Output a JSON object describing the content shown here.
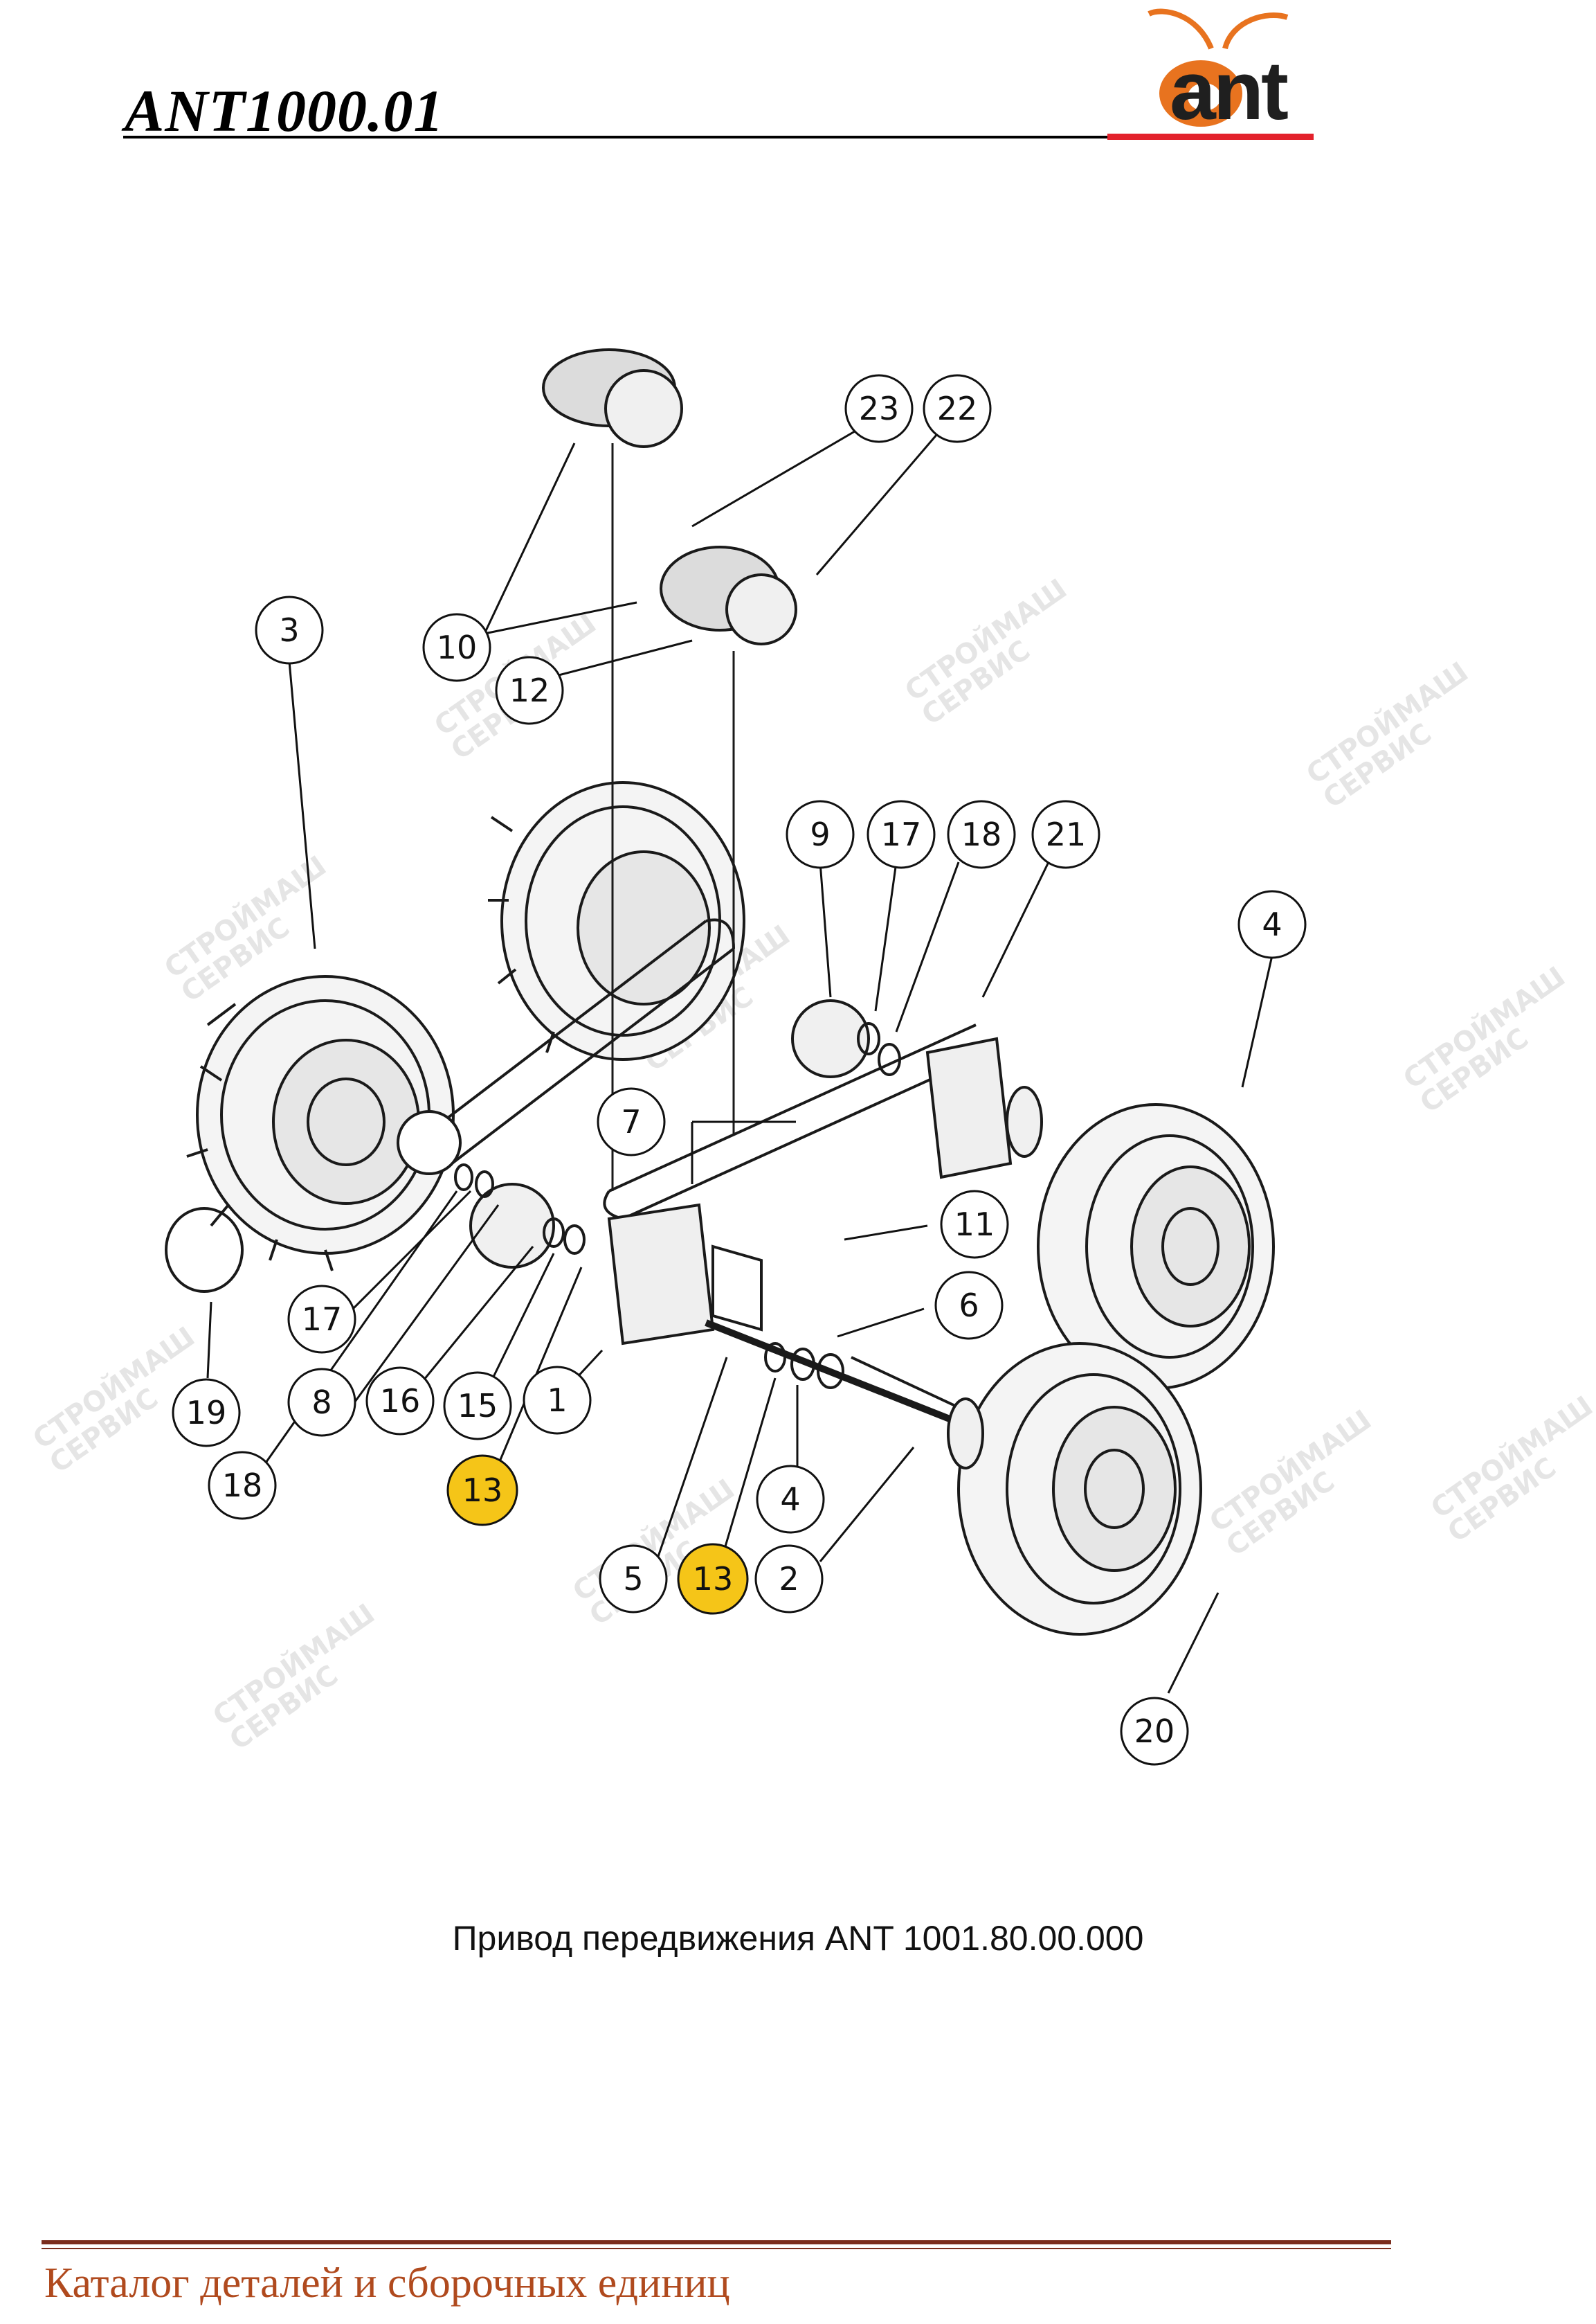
{
  "header": {
    "doc_code": "ANT1000.01",
    "logo_text": "ant"
  },
  "watermark": {
    "line1": "СТРОЙМАШ",
    "line2": "СЕРВИС"
  },
  "callouts": [
    {
      "label": "3",
      "highlight": false
    },
    {
      "label": "10",
      "highlight": false
    },
    {
      "label": "12",
      "highlight": false
    },
    {
      "label": "23",
      "highlight": false
    },
    {
      "label": "22",
      "highlight": false
    },
    {
      "label": "9",
      "highlight": false
    },
    {
      "label": "17",
      "highlight": false
    },
    {
      "label": "18",
      "highlight": false
    },
    {
      "label": "21",
      "highlight": false
    },
    {
      "label": "4",
      "highlight": false
    },
    {
      "label": "7",
      "highlight": false
    },
    {
      "label": "11",
      "highlight": false
    },
    {
      "label": "6",
      "highlight": false
    },
    {
      "label": "17",
      "highlight": false
    },
    {
      "label": "19",
      "highlight": false
    },
    {
      "label": "8",
      "highlight": false
    },
    {
      "label": "16",
      "highlight": false
    },
    {
      "label": "15",
      "highlight": false
    },
    {
      "label": "1",
      "highlight": false
    },
    {
      "label": "18",
      "highlight": false
    },
    {
      "label": "13",
      "highlight": true
    },
    {
      "label": "4",
      "highlight": false
    },
    {
      "label": "5",
      "highlight": false
    },
    {
      "label": "13",
      "highlight": true
    },
    {
      "label": "2",
      "highlight": false
    },
    {
      "label": "20",
      "highlight": false
    }
  ],
  "caption": "Привод передвижения ANT 1001.80.00.000",
  "footer": {
    "text": "Каталог деталей и сборочных единиц"
  },
  "colors": {
    "highlight": "#f5c518",
    "logo_orange": "#e8731f",
    "header_red": "#e3212b",
    "footer_brown": "#7b2d1d",
    "footer_text": "#b04a1e"
  }
}
